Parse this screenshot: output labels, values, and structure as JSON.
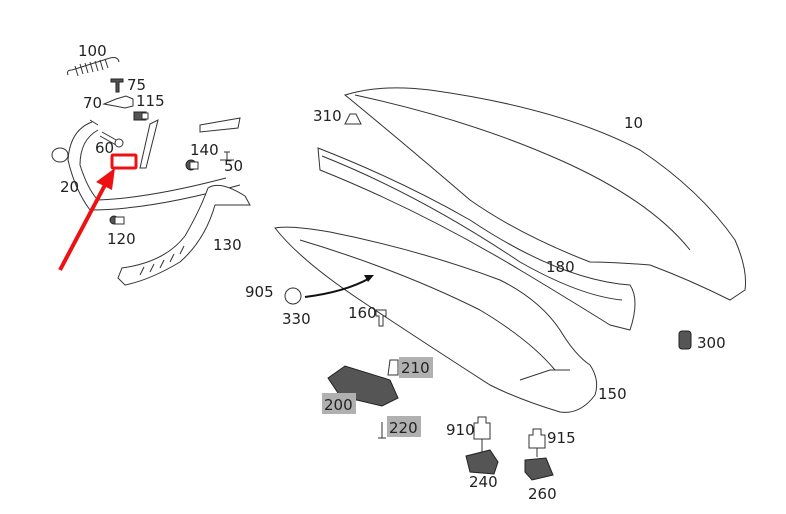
{
  "diagram": {
    "labels": {
      "p100": "100",
      "p75": "75",
      "p70": "70",
      "p115": "115",
      "p60": "60",
      "p140": "140",
      "p50": "50",
      "p20": "20",
      "p120": "120",
      "p130": "130",
      "p310": "310",
      "p10": "10",
      "p180": "180",
      "p905": "905",
      "p330": "330",
      "p160": "160",
      "p300": "300",
      "p210": "210",
      "p200": "200",
      "p220": "220",
      "p150": "150",
      "p910": "910",
      "p915": "915",
      "p240": "240",
      "p260": "260"
    },
    "highlighted_labels": [
      "200",
      "210",
      "220"
    ],
    "colors": {
      "highlight": "#b0b0b0",
      "marker": "#ee1111"
    }
  }
}
